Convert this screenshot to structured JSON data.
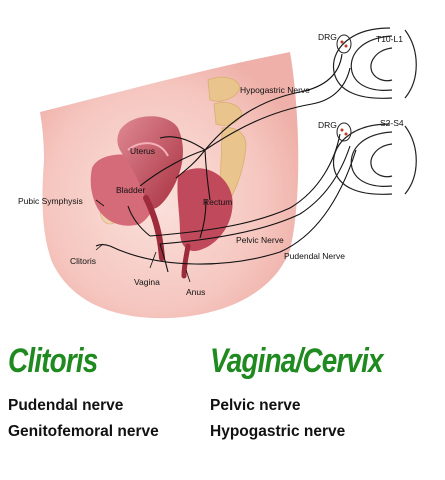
{
  "diagram": {
    "labels": {
      "drg_upper": "DRG",
      "t10_l1": "T10-L1",
      "drg_lower": "DRG",
      "s2_s4": "S2-S4",
      "hypogastric_nerve": "Hypogastric Nerve",
      "uterus": "Uterus",
      "bladder": "Bladder",
      "rectum": "Rectum",
      "pubic_symphysis": "Pubic Symphysis",
      "pelvic_nerve": "Pelvic Nerve",
      "pudendal_nerve": "Pudendal Nerve",
      "clitoris": "Clitoris",
      "vagina": "Vagina",
      "anus": "Anus"
    },
    "colors": {
      "body": "#f6c9c2",
      "organ_dark": "#b43a4e",
      "organ_mid": "#d56b78",
      "bone": "#e8c38a",
      "spine_outline": "#222222",
      "heading_green": "#1f8a1f"
    }
  },
  "legend": {
    "left_heading": "Clitoris",
    "right_heading": "Vagina/Cervix",
    "left_items": [
      "Pudendal nerve",
      "Genitofemoral nerve"
    ],
    "right_items": [
      "Pelvic nerve",
      "Hypogastric nerve"
    ]
  }
}
